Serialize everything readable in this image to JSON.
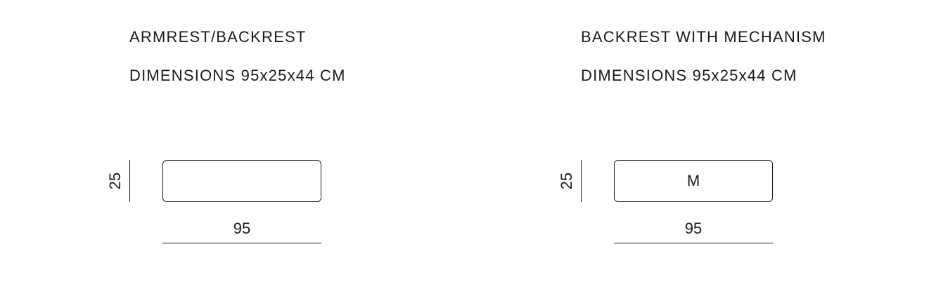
{
  "panels": [
    {
      "title": "ARMREST/BACKREST",
      "dimensions": "DIMENSIONS 95x25x44 CM",
      "height_label": "25",
      "width_label": "95",
      "module_label": ""
    },
    {
      "title": "BACKREST WITH MECHANISM",
      "dimensions": "DIMENSIONS 95x25x44 CM",
      "height_label": "25",
      "width_label": "95",
      "module_label": "M"
    }
  ],
  "colors": {
    "line": "#1a1a1a",
    "background": "#ffffff"
  }
}
